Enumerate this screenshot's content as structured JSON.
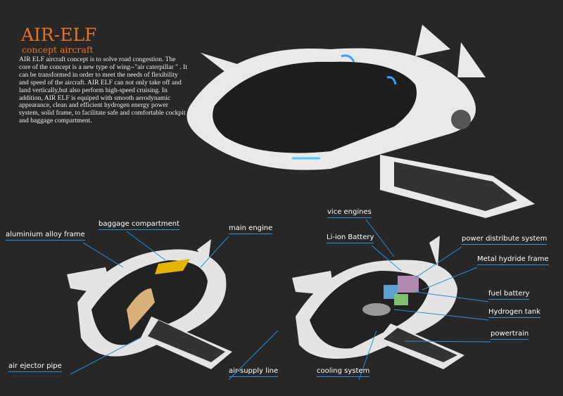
{
  "header": {
    "title": "AIR-ELF",
    "subtitle": "concept aircraft",
    "description": "AIR ELF aircraft concept is to solve road congestion. The core of the concept is a new type of wing--\"air caterpillar \" . It can be transformed in order to meet the needs of flexibility and speed of the aircraft. AIR ELF can not only take off and land vertically,but also perform high-speed cruising. In addition, AIR ELF is equiped with smooth aerodynamic appearance, clean and efficient hydrogen energy power system, solid frame, to facilitate safe and comfortable cockpit and baggage compartment."
  },
  "left_diagram": {
    "labels": [
      "baggage compartment",
      "aluminium alloy frame",
      "main engine",
      "air ejector pipe",
      "air-supply line"
    ]
  },
  "right_diagram": {
    "labels": [
      "vice engines",
      "Li-ion Battery",
      "power distribute system",
      "Metal hydride frame",
      "fuel battery",
      "Hydrogen tank",
      "powertrain",
      "cooling system"
    ]
  },
  "colors": {
    "background": "#272727",
    "accent": "#e8731e",
    "leader": "#2a8fd6"
  }
}
